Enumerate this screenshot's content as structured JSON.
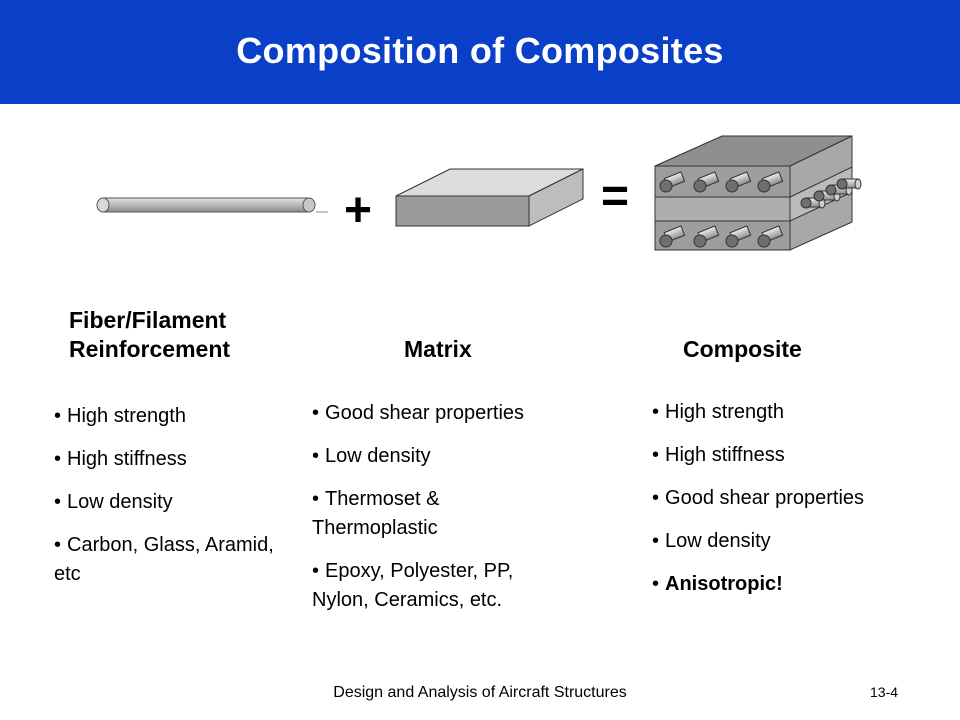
{
  "slide": {
    "title": "Composition of Composites",
    "header_color": "#0a3fc8",
    "diagram": {
      "plus_symbol": "+",
      "equals_symbol": "=",
      "icons": [
        "fiber-rod-icon",
        "matrix-slab-icon",
        "composite-block-icon"
      ]
    },
    "columns": [
      {
        "heading_line1": "Fiber/Filament",
        "heading_line2": "Reinforcement",
        "bullets": [
          "High strength",
          "High stiffness",
          "Low density",
          "Carbon, Glass, Aramid, etc"
        ]
      },
      {
        "heading": "Matrix",
        "bullets": [
          "Good shear properties",
          "Low density",
          "Thermoset & Thermoplastic",
          "Epoxy, Polyester, PP, Nylon, Ceramics, etc."
        ]
      },
      {
        "heading": "Composite",
        "bullets": [
          "High strength",
          "High stiffness",
          "Good shear properties",
          "Low density",
          "Anisotropic!"
        ]
      }
    ],
    "bullet_char": "•",
    "footer": "Design and Analysis of Aircraft Structures",
    "page_number": "13-4"
  }
}
